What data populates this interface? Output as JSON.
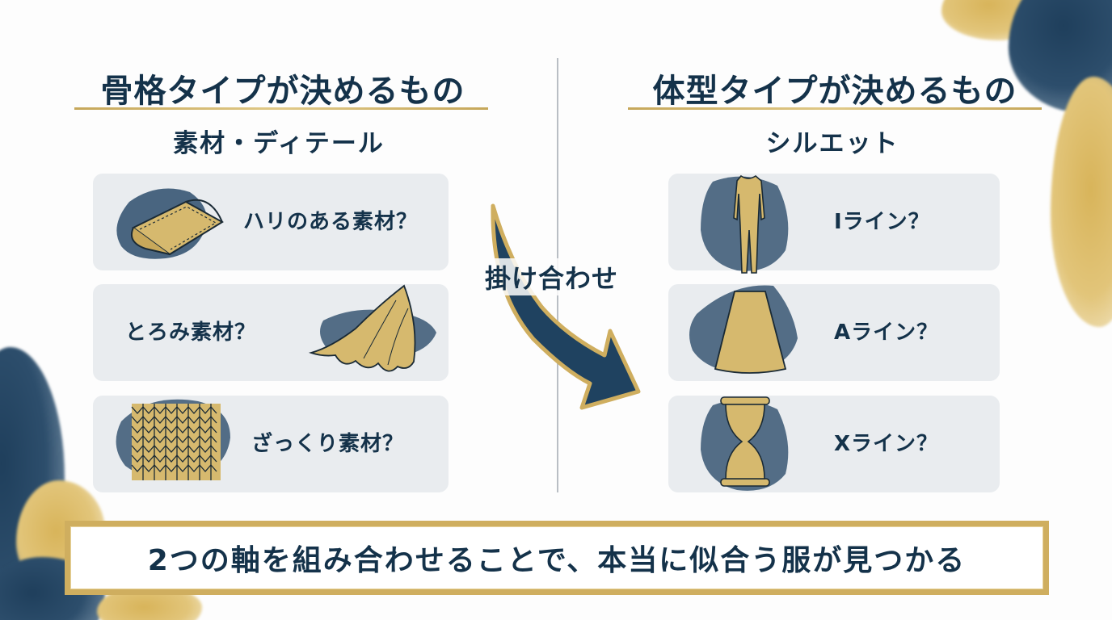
{
  "slide": {
    "left_column": {
      "title": "骨格タイプが決めるもの",
      "subtitle": "素材・ディテール",
      "items": [
        {
          "label": "ハリのある素材？",
          "icon": "stiff-fabric-icon"
        },
        {
          "label": "とろみ素材？",
          "icon": "draped-fabric-icon"
        },
        {
          "label": "ざっくり素材？",
          "icon": "knit-texture-icon"
        }
      ]
    },
    "right_column": {
      "title": "体型タイプが決めるもの",
      "subtitle": "シルエット",
      "items": [
        {
          "label": "Iライン？",
          "icon": "i-line-body-icon"
        },
        {
          "label": "Aライン？",
          "icon": "a-line-skirt-icon"
        },
        {
          "label": "Xライン？",
          "icon": "x-line-hourglass-icon"
        }
      ]
    },
    "center": {
      "label": "掛け合わせ",
      "icon": "curved-arrow-icon"
    },
    "summary": "2つの軸を組み合わせることで、本当に似合う服が見つかる",
    "colors": {
      "navy": "#14324a",
      "gold": "#cfae5f",
      "card_bg": "#e9ecef",
      "divider": "#b9bec4"
    }
  }
}
